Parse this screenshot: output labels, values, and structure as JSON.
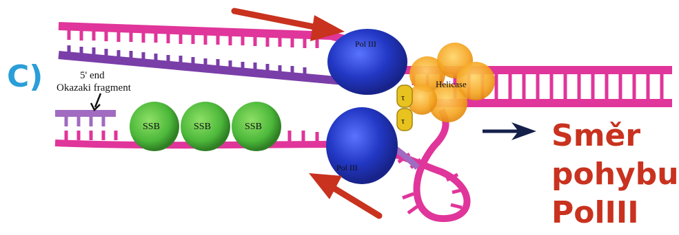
{
  "panel_label": "C)",
  "labels": {
    "five_prime": "5' end",
    "okazaki": "Okazaki fragment",
    "pol_top": "Pol III",
    "pol_bottom": "Pol III",
    "helicase": "Helicase",
    "tau_top": "τ",
    "tau_bottom": "τ",
    "ssb": [
      "SSB",
      "SSB",
      "SSB"
    ]
  },
  "caption": [
    "Směr",
    "pohybu",
    "PolIII"
  ],
  "colors": {
    "dna_strand": "#e0359a",
    "new_strand": "#7a3ea8",
    "okazaki_fragment": "#a06bc0",
    "polymerase": "#2238c4",
    "helicase": "#f5a623",
    "tau": "#e8c21e",
    "ssb": "#4cb83a",
    "arrow_red": "#c8321e",
    "arrow_navy": "#14204a",
    "panel_label": "#2a9ed8"
  }
}
